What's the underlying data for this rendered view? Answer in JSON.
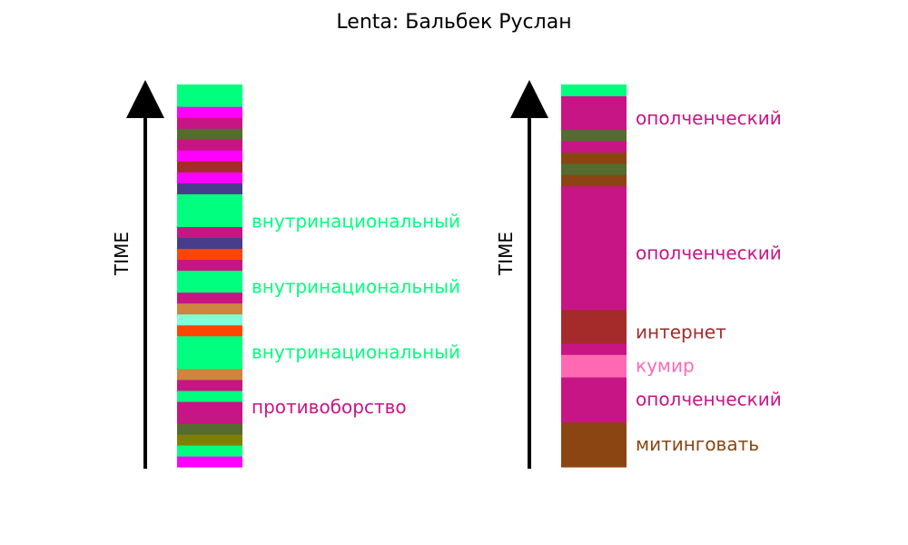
{
  "chart_data": {
    "type": "bar",
    "title": "Lenta: Бальбек Руслан",
    "panels": [
      {
        "axis_label": "TIME",
        "segments": [
          {
            "color": "#ff00ff"
          },
          {
            "color": "#00ff7f"
          },
          {
            "color": "#808000"
          },
          {
            "color": "#556b2f"
          },
          {
            "color": "#c71585"
          },
          {
            "color": "#c71585"
          },
          {
            "color": "#00ff7f"
          },
          {
            "color": "#c71585"
          },
          {
            "color": "#cd853f"
          },
          {
            "color": "#00ff7f"
          },
          {
            "color": "#00ff7f"
          },
          {
            "color": "#00ff7f"
          },
          {
            "color": "#ff4500"
          },
          {
            "color": "#7fffd4"
          },
          {
            "color": "#cd853f"
          },
          {
            "color": "#c71585"
          },
          {
            "color": "#00ff7f"
          },
          {
            "color": "#00ff7f"
          },
          {
            "color": "#c71585"
          },
          {
            "color": "#ff4500"
          },
          {
            "color": "#483d8b"
          },
          {
            "color": "#c71585"
          },
          {
            "color": "#00ff7f"
          },
          {
            "color": "#00ff7f"
          },
          {
            "color": "#00ff7f"
          },
          {
            "color": "#483d8b"
          },
          {
            "color": "#ff00ff"
          },
          {
            "color": "#a52a2a"
          },
          {
            "color": "#ff00ff"
          },
          {
            "color": "#c71585"
          },
          {
            "color": "#556b2f"
          },
          {
            "color": "#c71585"
          },
          {
            "color": "#ff00ff"
          },
          {
            "color": "#00ff7f"
          },
          {
            "color": "#00ff7f"
          }
        ],
        "labels": [
          {
            "text": "противоборство",
            "color": "#c71585",
            "position": 5.5
          },
          {
            "text": "внутринациональный",
            "color": "#00ff7f",
            "position": 10.5
          },
          {
            "text": "внутринациональный",
            "color": "#00ff7f",
            "position": 16.5
          },
          {
            "text": "внутринациональный",
            "color": "#00ff7f",
            "position": 22.5
          }
        ]
      },
      {
        "axis_label": "TIME",
        "segments": [
          {
            "color": "#8b4513"
          },
          {
            "color": "#8b4513"
          },
          {
            "color": "#8b4513"
          },
          {
            "color": "#8b4513"
          },
          {
            "color": "#c71585"
          },
          {
            "color": "#c71585"
          },
          {
            "color": "#c71585"
          },
          {
            "color": "#c71585"
          },
          {
            "color": "#ff69b4"
          },
          {
            "color": "#ff69b4"
          },
          {
            "color": "#c71585"
          },
          {
            "color": "#a52a2a"
          },
          {
            "color": "#a52a2a"
          },
          {
            "color": "#a52a2a"
          },
          {
            "color": "#c71585"
          },
          {
            "color": "#c71585"
          },
          {
            "color": "#c71585"
          },
          {
            "color": "#c71585"
          },
          {
            "color": "#c71585"
          },
          {
            "color": "#c71585"
          },
          {
            "color": "#c71585"
          },
          {
            "color": "#c71585"
          },
          {
            "color": "#c71585"
          },
          {
            "color": "#c71585"
          },
          {
            "color": "#c71585"
          },
          {
            "color": "#8b4513"
          },
          {
            "color": "#556b2f"
          },
          {
            "color": "#8b4513"
          },
          {
            "color": "#c71585"
          },
          {
            "color": "#556b2f"
          },
          {
            "color": "#c71585"
          },
          {
            "color": "#c71585"
          },
          {
            "color": "#c71585"
          },
          {
            "color": "#00ff7f"
          }
        ],
        "labels": [
          {
            "text": "митинговать",
            "color": "#8b4513",
            "position": 2
          },
          {
            "text": "ополченческий",
            "color": "#c71585",
            "position": 6
          },
          {
            "text": "кумир",
            "color": "#ff69b4",
            "position": 9
          },
          {
            "text": "интернет",
            "color": "#a52a2a",
            "position": 12
          },
          {
            "text": "ополченческий",
            "color": "#c71585",
            "position": 19
          },
          {
            "text": "ополченческий",
            "color": "#c71585",
            "position": 31
          }
        ]
      }
    ]
  }
}
